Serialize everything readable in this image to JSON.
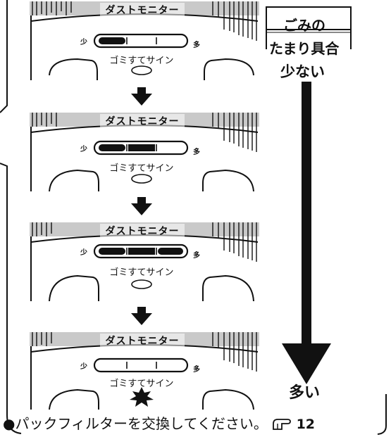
{
  "steps": [
    {
      "monitor_label": "ダストモニター",
      "few_label": "少",
      "many_label": "多",
      "sign_label": "ゴミすてサイン",
      "level": 0.3
    },
    {
      "monitor_label": "ダストモニター",
      "few_label": "少",
      "many_label": "多",
      "sign_label": "ゴミすてサイン",
      "level": 0.6
    },
    {
      "monitor_label": "ダストモニター",
      "few_label": "少",
      "many_label": "多",
      "sign_label": "ゴミすてサイン",
      "level": 1.0
    },
    {
      "monitor_label": "ダストモニター",
      "few_label": "少",
      "many_label": "多",
      "sign_label": "ゴミすてサイン",
      "level": 0.0,
      "sign_flashing": true
    }
  ],
  "legend": {
    "title_line1": "ごみの",
    "title_line2": "たまり具合",
    "few": "少ない",
    "many": "多い"
  },
  "footer": {
    "bullet": "●",
    "text": "パックフィルターを交換してください。",
    "ref_icon": "hand-pointer-icon",
    "ref_page": "12"
  },
  "colors": {
    "ink": "#111111",
    "paper": "#ffffff",
    "gray": "#bdbdbd"
  }
}
